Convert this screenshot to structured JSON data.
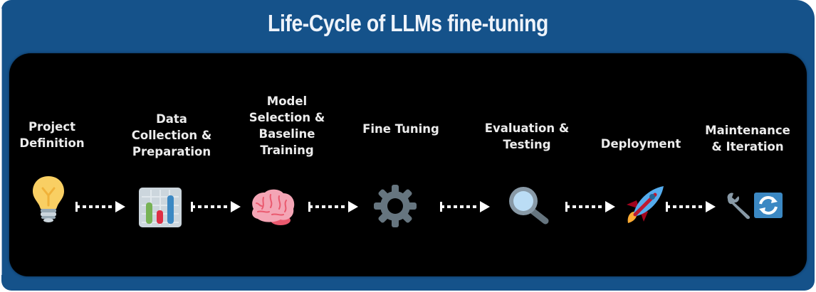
{
  "title": "Life-Cycle of LLMs fine-tuning",
  "stages": [
    {
      "label": "Project\nDefinition",
      "icon": "lightbulb-icon"
    },
    {
      "label": "Data\nCollection &\nPreparation",
      "icon": "bar-chart-icon"
    },
    {
      "label": "Model\nSelection &\nBaseline\nTraining",
      "icon": "brain-icon"
    },
    {
      "label": "Fine Tuning",
      "icon": "gear-icon"
    },
    {
      "label": "Evaluation &\nTesting",
      "icon": "magnifying-glass-icon"
    },
    {
      "label": "Deployment",
      "icon": "rocket-icon"
    },
    {
      "label": "Maintenance\n& Iteration",
      "icon": "wrench-refresh-icon"
    }
  ],
  "colors": {
    "frame": "#15528a",
    "panel": "#000000",
    "text": "#ececec",
    "arrow": "#ffffff"
  }
}
